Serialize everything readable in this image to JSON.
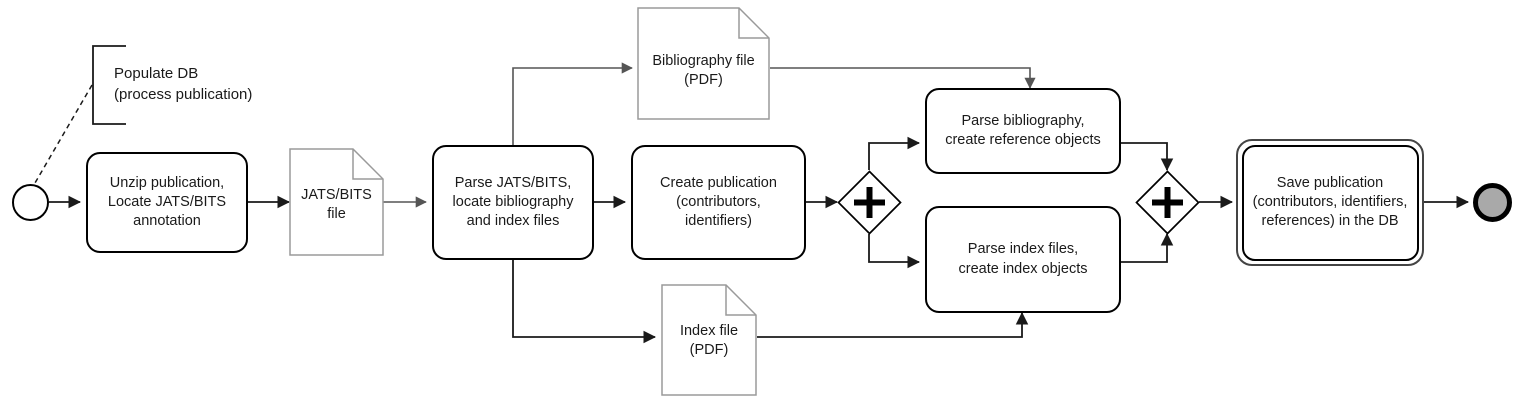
{
  "diagram": {
    "title": "Populate DB process publication BPMN flow",
    "colors": {
      "task_border": "#000000",
      "document_border": "#999999",
      "end_event_fill": "#a9a9a9",
      "flow_line": "#1a1a1a",
      "canvas_background": "#ffffff"
    }
  },
  "annotation": {
    "text": "Populate DB\n(process publication)"
  },
  "events": {
    "start": {
      "name": "start-event",
      "label": ""
    },
    "end": {
      "name": "end-event",
      "label": ""
    }
  },
  "tasks": [
    {
      "id": "unzip",
      "label": "Unzip publication,\nLocate JATS/BITS\nannotation"
    },
    {
      "id": "parse_jats",
      "label": "Parse JATS/BITS,\nlocate bibliography\nand index files"
    },
    {
      "id": "create_pub",
      "label": "Create publication\n(contributors,\nidentifiers)"
    },
    {
      "id": "parse_biblio",
      "label": "Parse bibliography,\ncreate reference objects"
    },
    {
      "id": "parse_index",
      "label": "Parse index files,\ncreate index objects"
    },
    {
      "id": "save_pub",
      "label": "Save publication\n(contributors, identifiers,\nreferences) in the DB"
    }
  ],
  "documents": [
    {
      "id": "jats_file",
      "label": "JATS/BITS\nfile"
    },
    {
      "id": "biblio_file",
      "label": "Bibliography file\n(PDF)"
    },
    {
      "id": "index_file",
      "label": "Index file\n(PDF)"
    }
  ],
  "gateways": [
    {
      "id": "split",
      "type": "parallel",
      "symbol": "+"
    },
    {
      "id": "join",
      "type": "parallel",
      "symbol": "+"
    }
  ]
}
